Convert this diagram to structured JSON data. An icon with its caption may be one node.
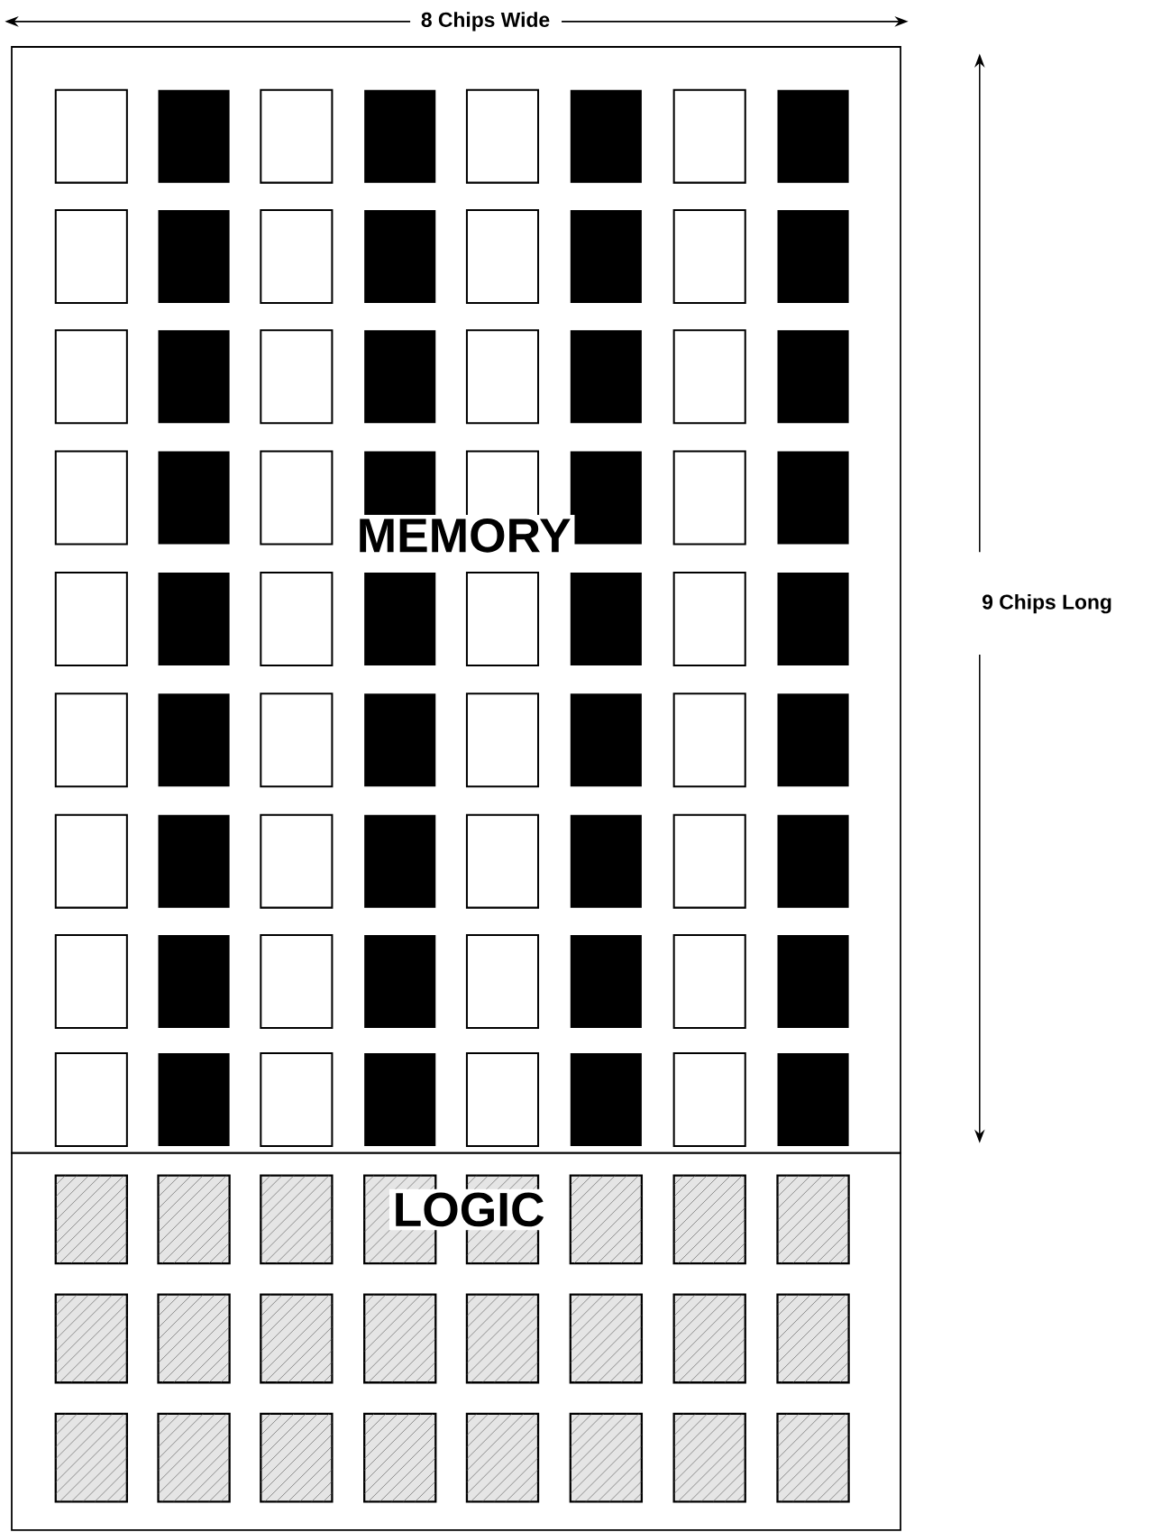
{
  "diagram": {
    "nodes": [
      {
        "text": [
          "MEMORY"
        ]
      },
      {
        "text": [
          "LOGIC"
        ]
      }
    ],
    "edges": [],
    "labels": [
      "8 Chips Wide",
      "9 Chips Long"
    ]
  }
}
